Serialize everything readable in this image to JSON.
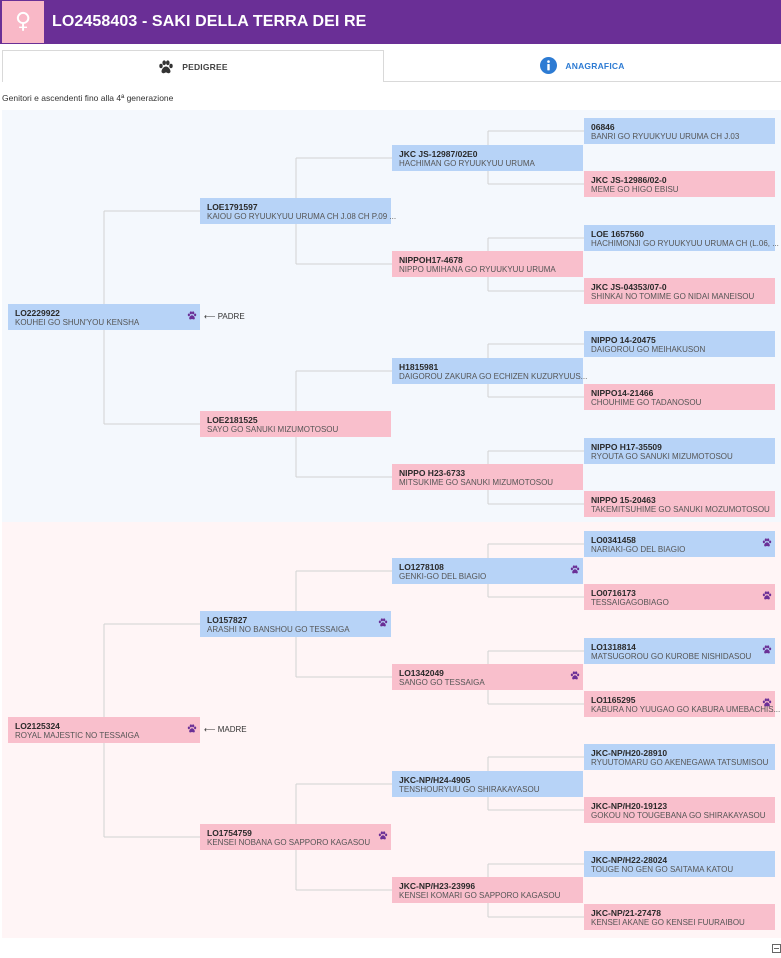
{
  "header": {
    "sex_symbol": "♀",
    "title": "LO2458403 - SAKI DELLA TERRA DEI RE"
  },
  "tabs": {
    "pedigree": "PEDIGREE",
    "anagrafica": "ANAGRAFICA"
  },
  "subtitle": "Genitori e ascendenti fino alla 4ª generazione",
  "relations": {
    "father": "⟵ PADRE",
    "mother": "⟵ MADRE"
  },
  "pedigree": [
    {
      "id": "padre",
      "code": "LO2229922",
      "name": "KOUHEI GO SHUN'YOU KENSHA",
      "sex": "m",
      "paw": true
    },
    {
      "id": "madre",
      "code": "LO2125324",
      "name": "ROYAL MAJESTIC NO TESSAIGA",
      "sex": "f",
      "paw": true
    },
    {
      "id": "pp",
      "code": "LOE1791597",
      "name": "KAIOU GO RYUUKYUU URUMA CH J.08 CH P.09 ...",
      "sex": "m",
      "paw": false
    },
    {
      "id": "pm",
      "code": "LOE2181525",
      "name": "SAYO GO SANUKI MIZUMOTOSOU",
      "sex": "f",
      "paw": false
    },
    {
      "id": "mp",
      "code": "LO157827",
      "name": "ARASHI NO BANSHOU GO TESSAIGA",
      "sex": "m",
      "paw": true
    },
    {
      "id": "mm",
      "code": "LO1754759",
      "name": "KENSEI NOBANA GO SAPPORO KAGASOU",
      "sex": "f",
      "paw": true
    },
    {
      "id": "ppp",
      "code": "JKC JS-12987/02E0",
      "name": "HACHIMAN GO RYUUKYUU URUMA",
      "sex": "m",
      "paw": false
    },
    {
      "id": "ppm",
      "code": "NIPPOH17-4678",
      "name": "NIPPO UMIHANA GO RYUUKYUU URUMA",
      "sex": "f",
      "paw": false
    },
    {
      "id": "pmp",
      "code": "H1815981",
      "name": "DAIGOROU ZAKURA GO ECHIZEN KUZURYUUS...",
      "sex": "m",
      "paw": false
    },
    {
      "id": "pmm",
      "code": "NIPPO H23-6733",
      "name": "MITSUKIME GO SANUKI MIZUMOTOSOU",
      "sex": "f",
      "paw": false
    },
    {
      "id": "mpp",
      "code": "LO1278108",
      "name": "GENKI-GO DEL BIAGIO",
      "sex": "m",
      "paw": true
    },
    {
      "id": "mpm",
      "code": "LO1342049",
      "name": "SANGO GO TESSAIGA",
      "sex": "f",
      "paw": true
    },
    {
      "id": "mmp",
      "code": "JKC-NP/H24-4905",
      "name": "TENSHOURYUU GO SHIRAKAYASOU",
      "sex": "m",
      "paw": false
    },
    {
      "id": "mmm",
      "code": "JKC-NP/H23-23996",
      "name": "KENSEI KOMARI GO SAPPORO KAGASOU",
      "sex": "f",
      "paw": false
    },
    {
      "id": "pppp",
      "code": "06846",
      "name": "BANRI GO RYUUKYUU URUMA CH J.03",
      "sex": "m",
      "paw": false
    },
    {
      "id": "pppm",
      "code": "JKC JS-12986/02-0",
      "name": "MEME GO HIGO EBISU",
      "sex": "f",
      "paw": false
    },
    {
      "id": "ppmp",
      "code": "LOE 1657560",
      "name": "HACHIMONJI GO RYUUKYUU URUMA CH (L.06, ...",
      "sex": "m",
      "paw": false
    },
    {
      "id": "ppmm",
      "code": "JKC JS-04353/07-0",
      "name": "SHINKAI NO TOMIME GO NIDAI MANEISOU",
      "sex": "f",
      "paw": false
    },
    {
      "id": "pmpp",
      "code": "NIPPO 14-20475",
      "name": "DAIGOROU GO MEIHAKUSON",
      "sex": "m",
      "paw": false
    },
    {
      "id": "pmpm",
      "code": "NIPPO14-21466",
      "name": "CHOUHIME GO TADANOSOU",
      "sex": "f",
      "paw": false
    },
    {
      "id": "pmmp",
      "code": "NIPPO H17-35509",
      "name": "RYOUTA GO SANUKI MIZUMOTOSOU",
      "sex": "m",
      "paw": false
    },
    {
      "id": "pmmm",
      "code": "NIPPO 15-20463",
      "name": "TAKEMITSUHIME GO SANUKI MOZUMOTOSOU",
      "sex": "f",
      "paw": false
    },
    {
      "id": "mppp",
      "code": "LO0341458",
      "name": "NARIAKI-GO DEL BIAGIO",
      "sex": "m",
      "paw": true
    },
    {
      "id": "mppm",
      "code": "LO0716173",
      "name": "TESSAIGAGOBIAGO",
      "sex": "f",
      "paw": true
    },
    {
      "id": "mpmp",
      "code": "LO1318814",
      "name": "MATSUGOROU GO KUROBE NISHIDASOU",
      "sex": "m",
      "paw": true
    },
    {
      "id": "mpmm",
      "code": "LO1165295",
      "name": "KABURA NO YUUGAO GO KABURA UMEBACHIS...",
      "sex": "f",
      "paw": true
    },
    {
      "id": "mmpp",
      "code": "JKC-NP/H20-28910",
      "name": "RYUUTOMARU GO AKENEGAWA TATSUMISOU",
      "sex": "m",
      "paw": false
    },
    {
      "id": "mmpm",
      "code": "JKC-NP/H20-19123",
      "name": "GOKOU NO TOUGEBANA GO SHIRAKAYASOU",
      "sex": "f",
      "paw": false
    },
    {
      "id": "mmmp",
      "code": "JKC-NP/H22-28024",
      "name": "TOUGE NO GEN GO SAITAMA KATOU",
      "sex": "m",
      "paw": false
    },
    {
      "id": "mmmm",
      "code": "JKC-NP/21-27478",
      "name": "KENSEI AKANE GO KENSEI FUURAIBOU",
      "sex": "f",
      "paw": false
    }
  ]
}
